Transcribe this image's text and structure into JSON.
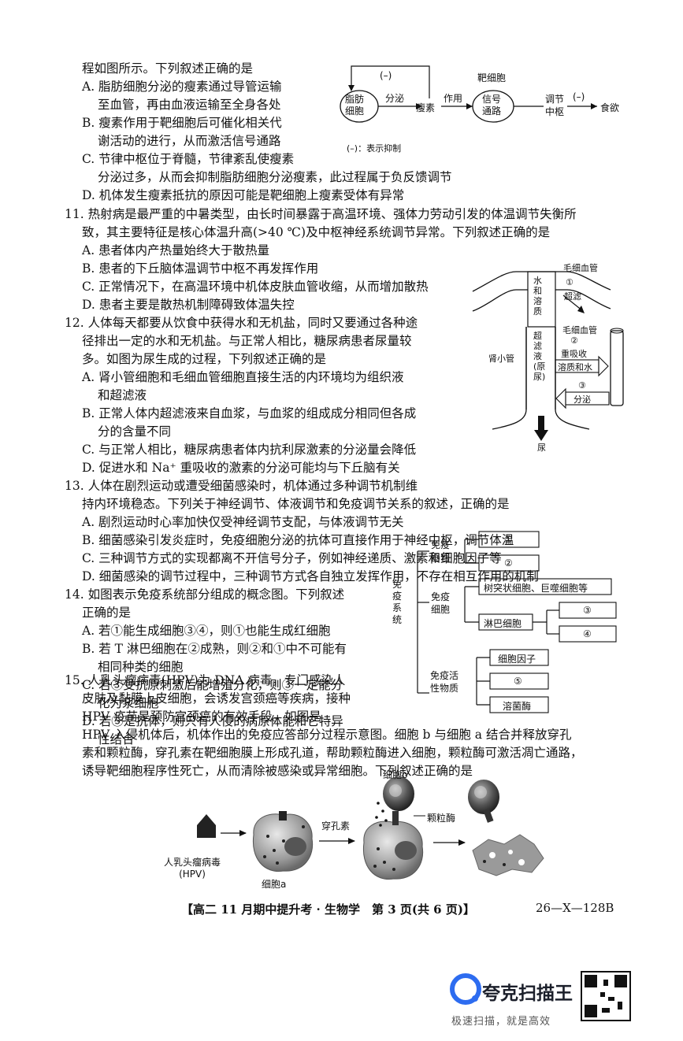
{
  "q10": {
    "lines": [
      "程如图所示。下列叙述正确的是",
      "A. 脂肪细胞分泌的瘦素通过导管运输",
      "至血管，再由血液运输至全身各处",
      "B. 瘦素作用于靶细胞后可催化相关代",
      "谢活动的进行，从而激活信号通路",
      "C. 节律中枢位于脊髓，节律紊乱使瘦素",
      "分泌过多，从而会抑制脂肪细胞分泌瘦素，此过程属于负反馈调节",
      "D. 机体发生瘦素抵抗的原因可能是靶细胞上瘦素受体有异常"
    ],
    "diagram": {
      "feedback_sign": "(–)",
      "fat_cell": "脂肪\n细胞",
      "secrete": "分泌",
      "leptin": "瘦素",
      "act": "作用",
      "target_cell": "靶细胞",
      "signal": "信号\n通路",
      "regulate": "调节",
      "center": "中枢",
      "inhibit_sign": "(–)",
      "appetite": "食欲",
      "legend": "(–)：表示抑制"
    }
  },
  "q11": {
    "lines": [
      "11. 热射病是最严重的中暑类型，由长时间暴露于高温环境、强体力劳动引发的体温调节失衡所",
      "致，其主要特征是核心体温升高(>40 ℃)及中枢神经系统调节异常。下列叙述正确的是",
      "A. 患者体内产热量始终大于散热量",
      "B. 患者的下丘脑体温调节中枢不再发挥作用",
      "C. 正常情况下，在高温环境中机体皮肤血管收缩，从而增加散热",
      "D. 患者主要是散热机制障碍致体温失控"
    ]
  },
  "q12": {
    "lines": [
      "12. 人体每天都要从饮食中获得水和无机盐，同时又要通过各种途",
      "径排出一定的水和无机盐。与正常人相比，糖尿病患者尿量较",
      "多。如图为尿生成的过程，下列叙述正确的是",
      "A. 肾小管细胞和毛细血管细胞直接生活的内环境均为组织液",
      "和超滤液",
      "B. 正常人体内超滤液来自血浆，与血浆的组成成分相同但各成",
      "分的含量不同",
      "C. 与正常人相比，糖尿病患者体内抗利尿激素的分泌量会降低",
      "D. 促进水和 Na⁺ 重吸收的激素的分泌可能均与下丘脑有关"
    ],
    "diagram": {
      "capillary_top": "毛细血管",
      "water_salt": "水和溶质",
      "step1": "①",
      "ultra": "超滤",
      "ultra_fluid": "超滤液(原尿)",
      "capillary_mid": "毛细血管",
      "step2": "②",
      "reabsorb": "重吸收",
      "solute_water": "溶质和水",
      "tubule": "肾小管",
      "step3": "③",
      "secrete": "分泌",
      "urine": "尿"
    }
  },
  "q13": {
    "lines": [
      "13. 人体在剧烈运动或遭受细菌感染时，机体通过多种调节机制维",
      "持内环境稳态。下列关于神经调节、体液调节和免疫调节关系的叙述，正确的是",
      "A. 剧烈运动时心率加快仅受神经调节支配，与体液调节无关",
      "B. 细菌感染引发炎症时，免疫细胞分泌的抗体可直接作用于神经中枢，调节体温",
      "C. 三种调节方式的实现都离不开信号分子，例如神经递质、激素和细胞因子等",
      "D. 细菌感染的调节过程中，三种调节方式各自独立发挥作用，不存在相互作用的机制"
    ]
  },
  "q14": {
    "lines": [
      "14. 如图表示免疫系统部分组成的概念图。下列叙述",
      "正确的是",
      "A. 若①能生成细胞③④，则①也能生成红细胞",
      "B. 若 T 淋巴细胞在②成熟，则②和①中不可能有",
      "相同种类的细胞",
      "C. 若③受抗原刺激后能增殖分化，则③一定能分",
      "化为浆细胞",
      "D. 若⑤是抗体，则只有人侵的病原体能和它特异",
      "性结合"
    ],
    "diagram": {
      "system": "免疫系统",
      "organ": "免疫\n器官",
      "box1": "①",
      "box2": "②",
      "cell": "免疫\n细胞",
      "dc": "树突状细胞、巨噬细胞等",
      "lymph": "淋巴细胞",
      "box3": "③",
      "box4": "④",
      "active": "免疫活\n性物质",
      "cytokine": "细胞因子",
      "box5": "⑤",
      "lysozyme": "溶菌酶"
    }
  },
  "q15": {
    "lines": [
      "15. 人乳头瘤病毒(HPV)为 DNA 病毒，专门感染人",
      "皮肤及黏膜上皮细胞，会诱发宫颈癌等疾病，接种",
      "HPV 疫苗是预防宫颈癌的有效手段。如图是",
      "HPV 入侵机体后，机体作出的免疫应答部分过程示意图。细胞 b 与细胞 a 结合并释放穿孔",
      "素和颗粒酶，穿孔素在靶细胞膜上形成孔道，帮助颗粒酶进入细胞，颗粒酶可激活凋亡通路，",
      "诱导靶细胞程序性死亡，从而清除被感染或异常细胞。下列叙述正确的是"
    ],
    "diagram": {
      "cell_b": "细胞b",
      "perforin": "穿孔素",
      "granzyme": "颗粒酶",
      "hpv": "人乳头瘤病毒\n(HPV)",
      "cell_a": "细胞a"
    }
  },
  "footer": {
    "title": "【高二 11 月期中提升考 · 生物学　第 3 页(共 6 页)】",
    "code": "26—X—128B"
  },
  "watermark": {
    "brand": "夸克扫描王",
    "slogan": "极速扫描，就是高效"
  }
}
